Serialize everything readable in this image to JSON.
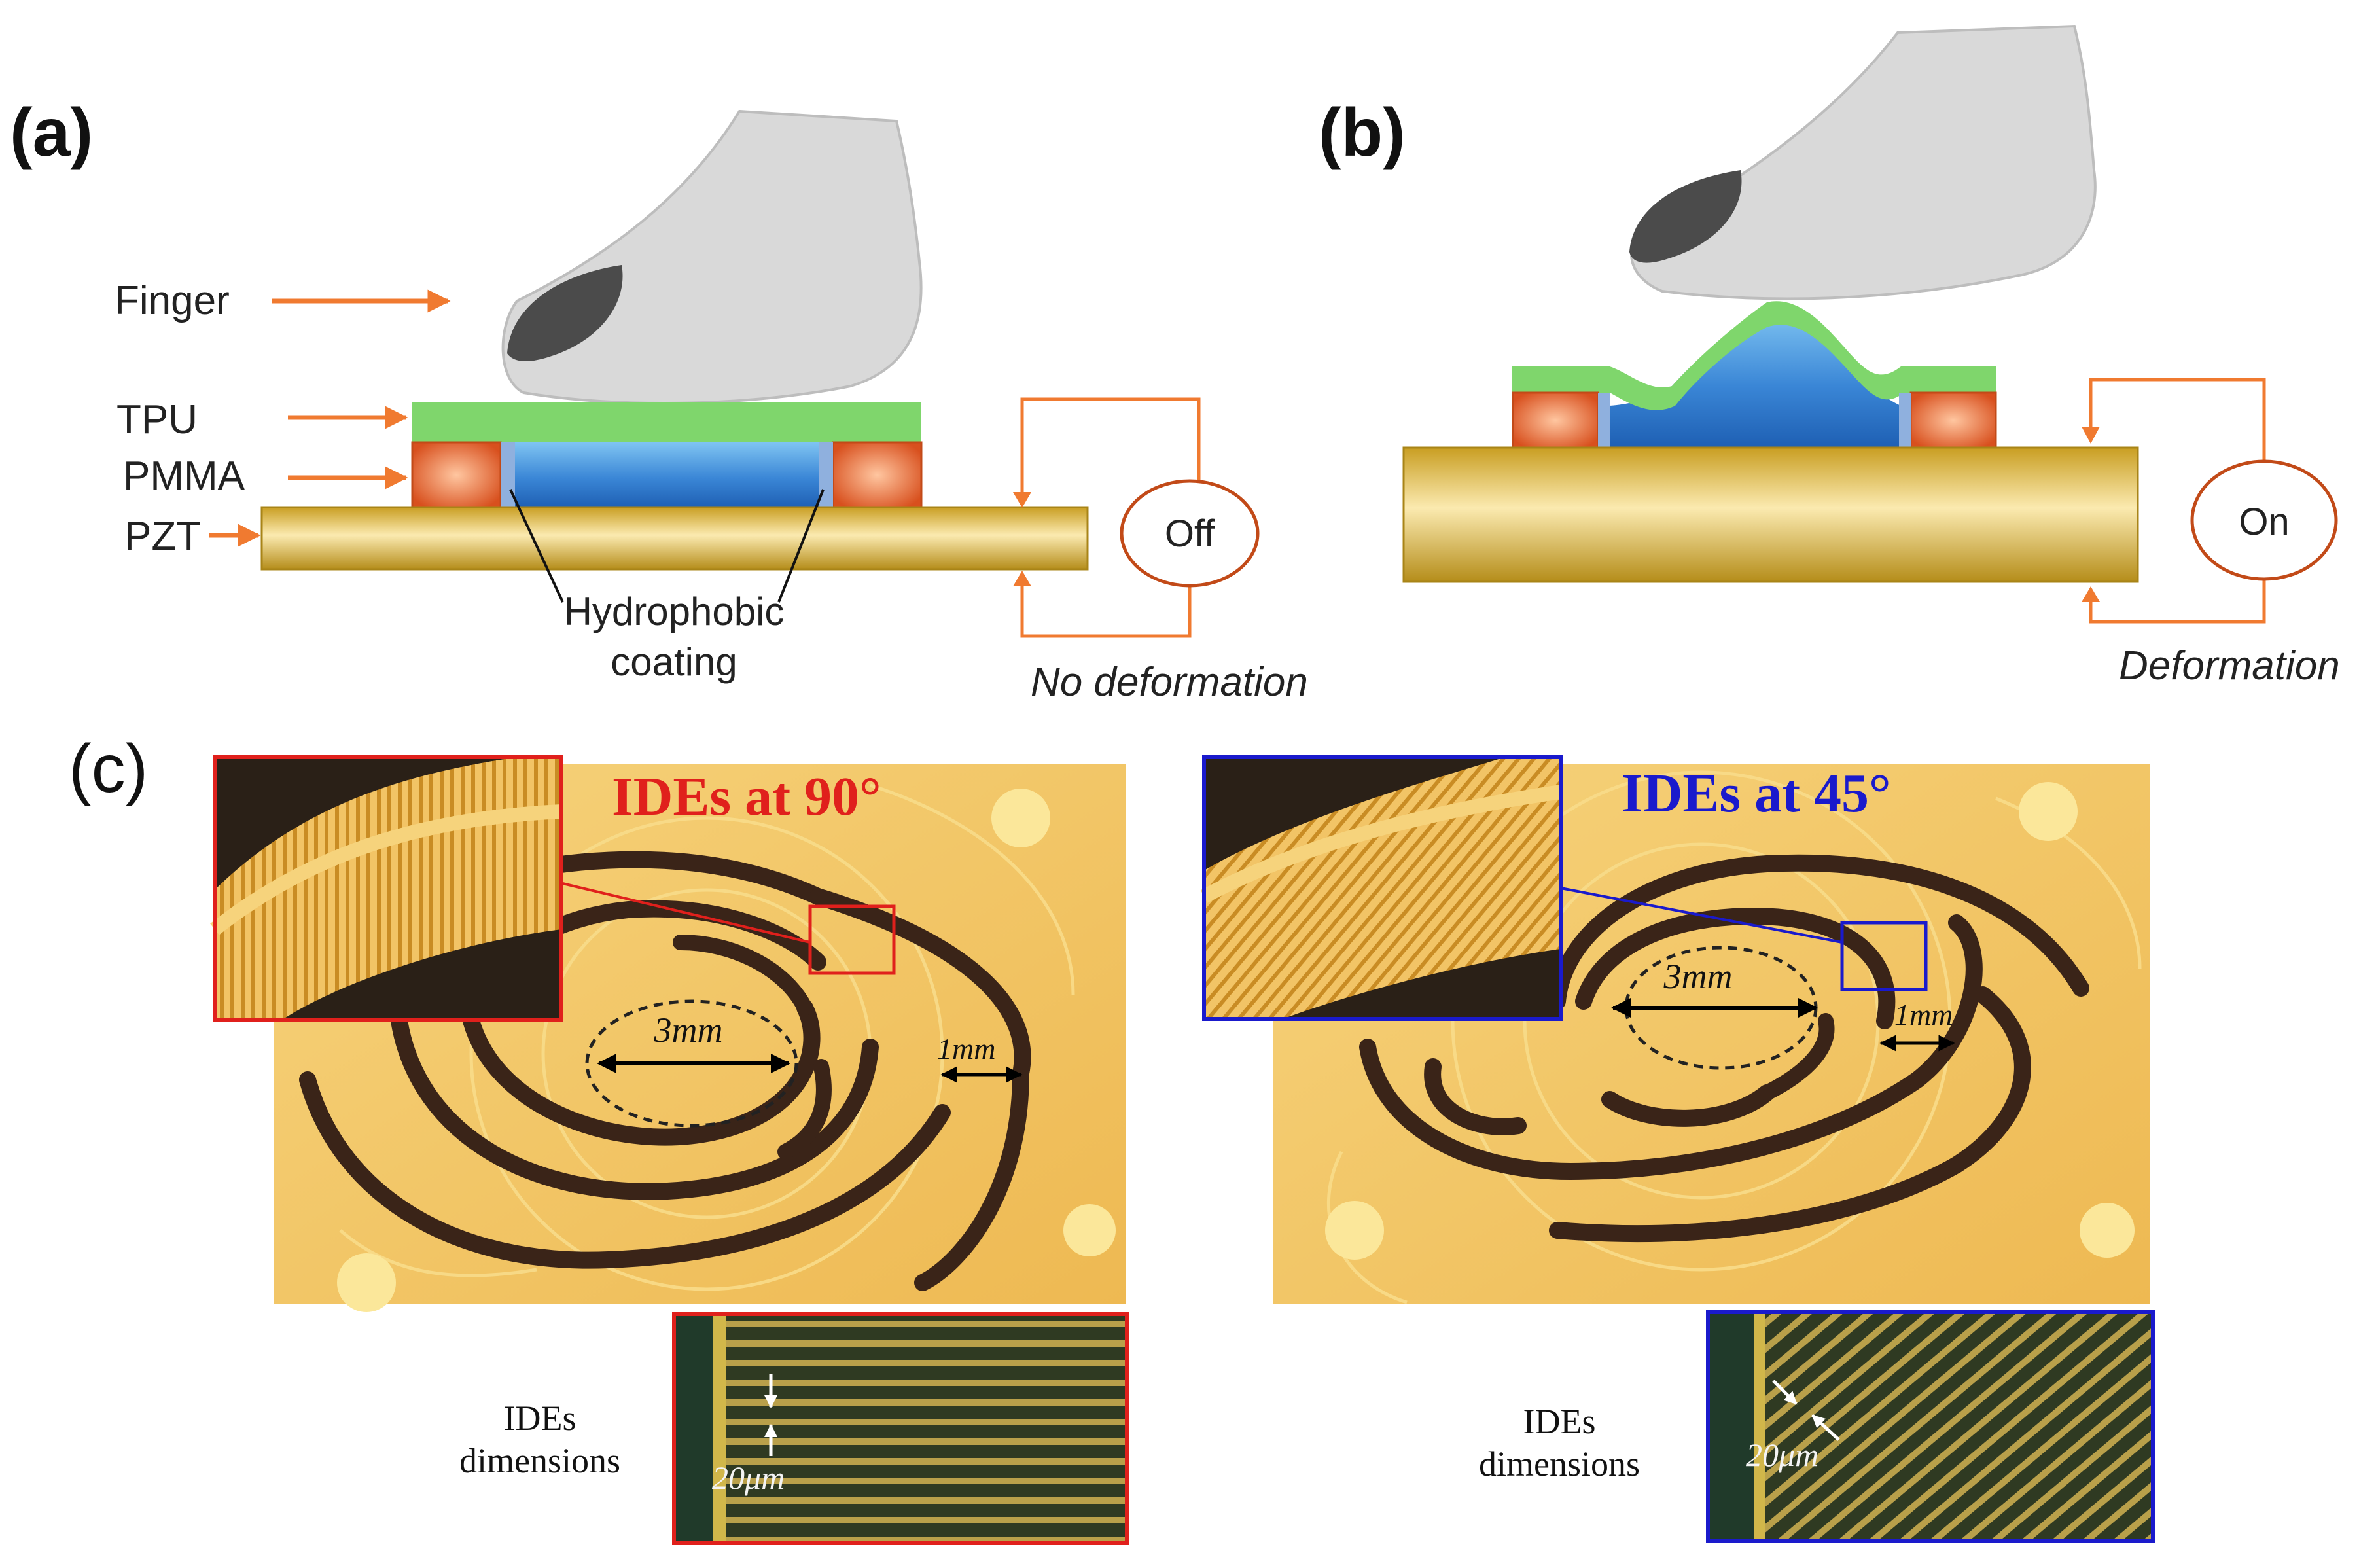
{
  "panel_a": {
    "letter": "(a)",
    "labels": {
      "finger": "Finger",
      "tpu": "TPU",
      "pmma": "PMMA",
      "pzt": "PZT",
      "hydrophobic_line1": "Hydrophobic",
      "hydrophobic_line2": "coating"
    },
    "switch_state": "Off",
    "caption": "No deformation"
  },
  "panel_b": {
    "letter": "(b)",
    "switch_state": "On",
    "caption": "Deformation"
  },
  "panel_c": {
    "letter": "(c)",
    "left": {
      "title": "IDEs at 90°",
      "diameter_label": "3mm",
      "width_label": "1mm",
      "dims_line1": "IDEs",
      "dims_line2": "dimensions",
      "pitch_label": "20μm"
    },
    "right": {
      "title": "IDEs at 45°",
      "diameter_label": "3mm",
      "width_label": "1mm",
      "dims_line1": "IDEs",
      "dims_line2": "dimensions",
      "pitch_label": "20μm"
    }
  },
  "colors": {
    "arrow": "#f07a30",
    "tpu": "#7ed36a",
    "pmma": "#e2602c",
    "liquid": "#3b86d4",
    "pzt": "#d8b838",
    "finger": "#d8d8d8",
    "nail": "#4a4a4a",
    "left_accent": "#e0201c",
    "right_accent": "#1a1acc",
    "chip": "#f2c664"
  }
}
